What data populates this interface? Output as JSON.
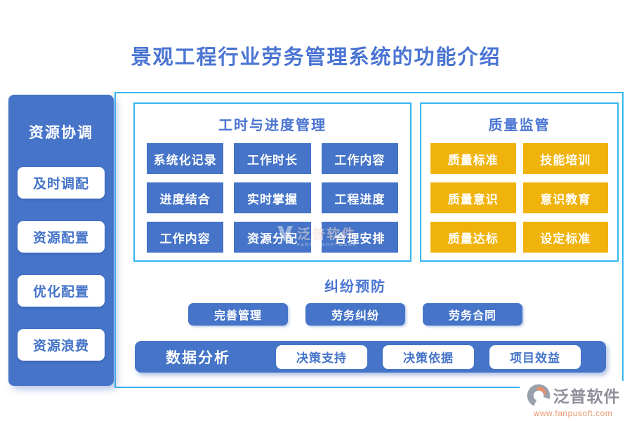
{
  "page_title": "景观工程行业劳务管理系统的功能介绍",
  "sidebar": {
    "title": "资源协调",
    "items": [
      "及时调配",
      "资源配置",
      "优化配置",
      "资源浪费"
    ]
  },
  "panels": {
    "worktime": {
      "title": "工时与进度管理",
      "buttons": [
        "系统化记录",
        "工作时长",
        "工作内容",
        "进度结合",
        "实时掌握",
        "工程进度",
        "工作内容",
        "资源分配",
        "合理安排"
      ]
    },
    "quality": {
      "title": "质量监管",
      "buttons": [
        "质量标准",
        "技能培训",
        "质量意识",
        "意识教育",
        "质量达标",
        "设定标准"
      ]
    }
  },
  "dispute": {
    "title": "纠纷预防",
    "buttons": [
      "完善管理",
      "劳务纠纷",
      "劳务合同"
    ]
  },
  "analysis": {
    "label": "数据分析",
    "buttons": [
      "决策支持",
      "决策依据",
      "项目效益"
    ]
  },
  "watermark": {
    "text": "泛普软件",
    "subtext": "FANPU SOFTWARE"
  },
  "logo": {
    "brand": "泛普软件",
    "url": "www.fanpusoft.com"
  },
  "colors": {
    "primary_blue": "#4574c8",
    "accent_cyan": "#38b6f1",
    "accent_yellow": "#f0b30c",
    "title_blue": "#4a74d2",
    "logo_gray": "#8f8f9a",
    "logo_orange": "#e89a70"
  }
}
